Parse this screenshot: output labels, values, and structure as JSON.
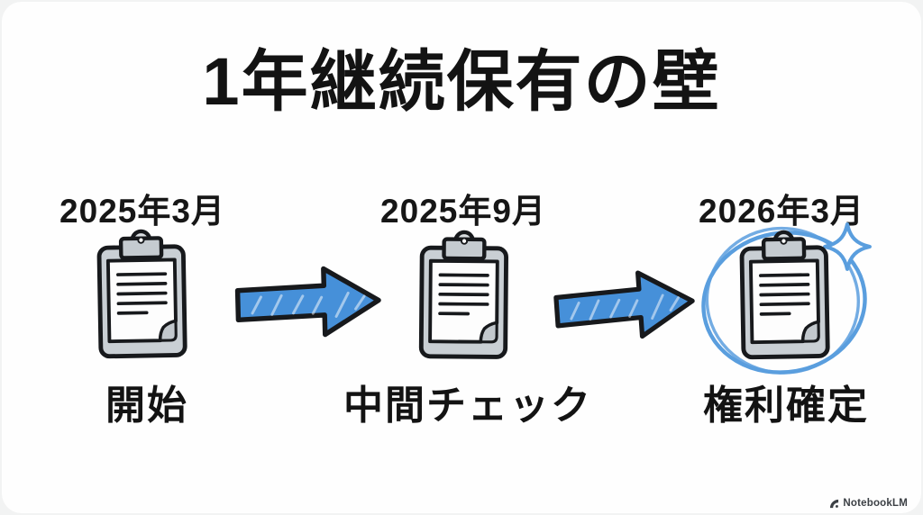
{
  "title": "1年継続保有の壁",
  "steps": [
    {
      "date": "2025年3月",
      "label": "開始",
      "highlighted": false
    },
    {
      "date": "2025年9月",
      "label": "中間チェック",
      "highlighted": false
    },
    {
      "date": "2026年3月",
      "label": "権利確定",
      "highlighted": true
    }
  ],
  "icons": {
    "step": "clipboard-icon",
    "flow": "arrow-right-icon",
    "highlight": "sketch-circle",
    "highlight_accent": "sparkle-icon",
    "watermark": "notebooklm-logo-icon"
  },
  "colors": {
    "ink": "#17191c",
    "arrow_blue": "#4690d9",
    "sketch_blue": "#5a9ede",
    "clipboard_gray": "#c9cfd4",
    "paper_white": "#fdfdfd",
    "background": "#fefefe"
  },
  "watermark": {
    "label": "NotebookLM"
  }
}
